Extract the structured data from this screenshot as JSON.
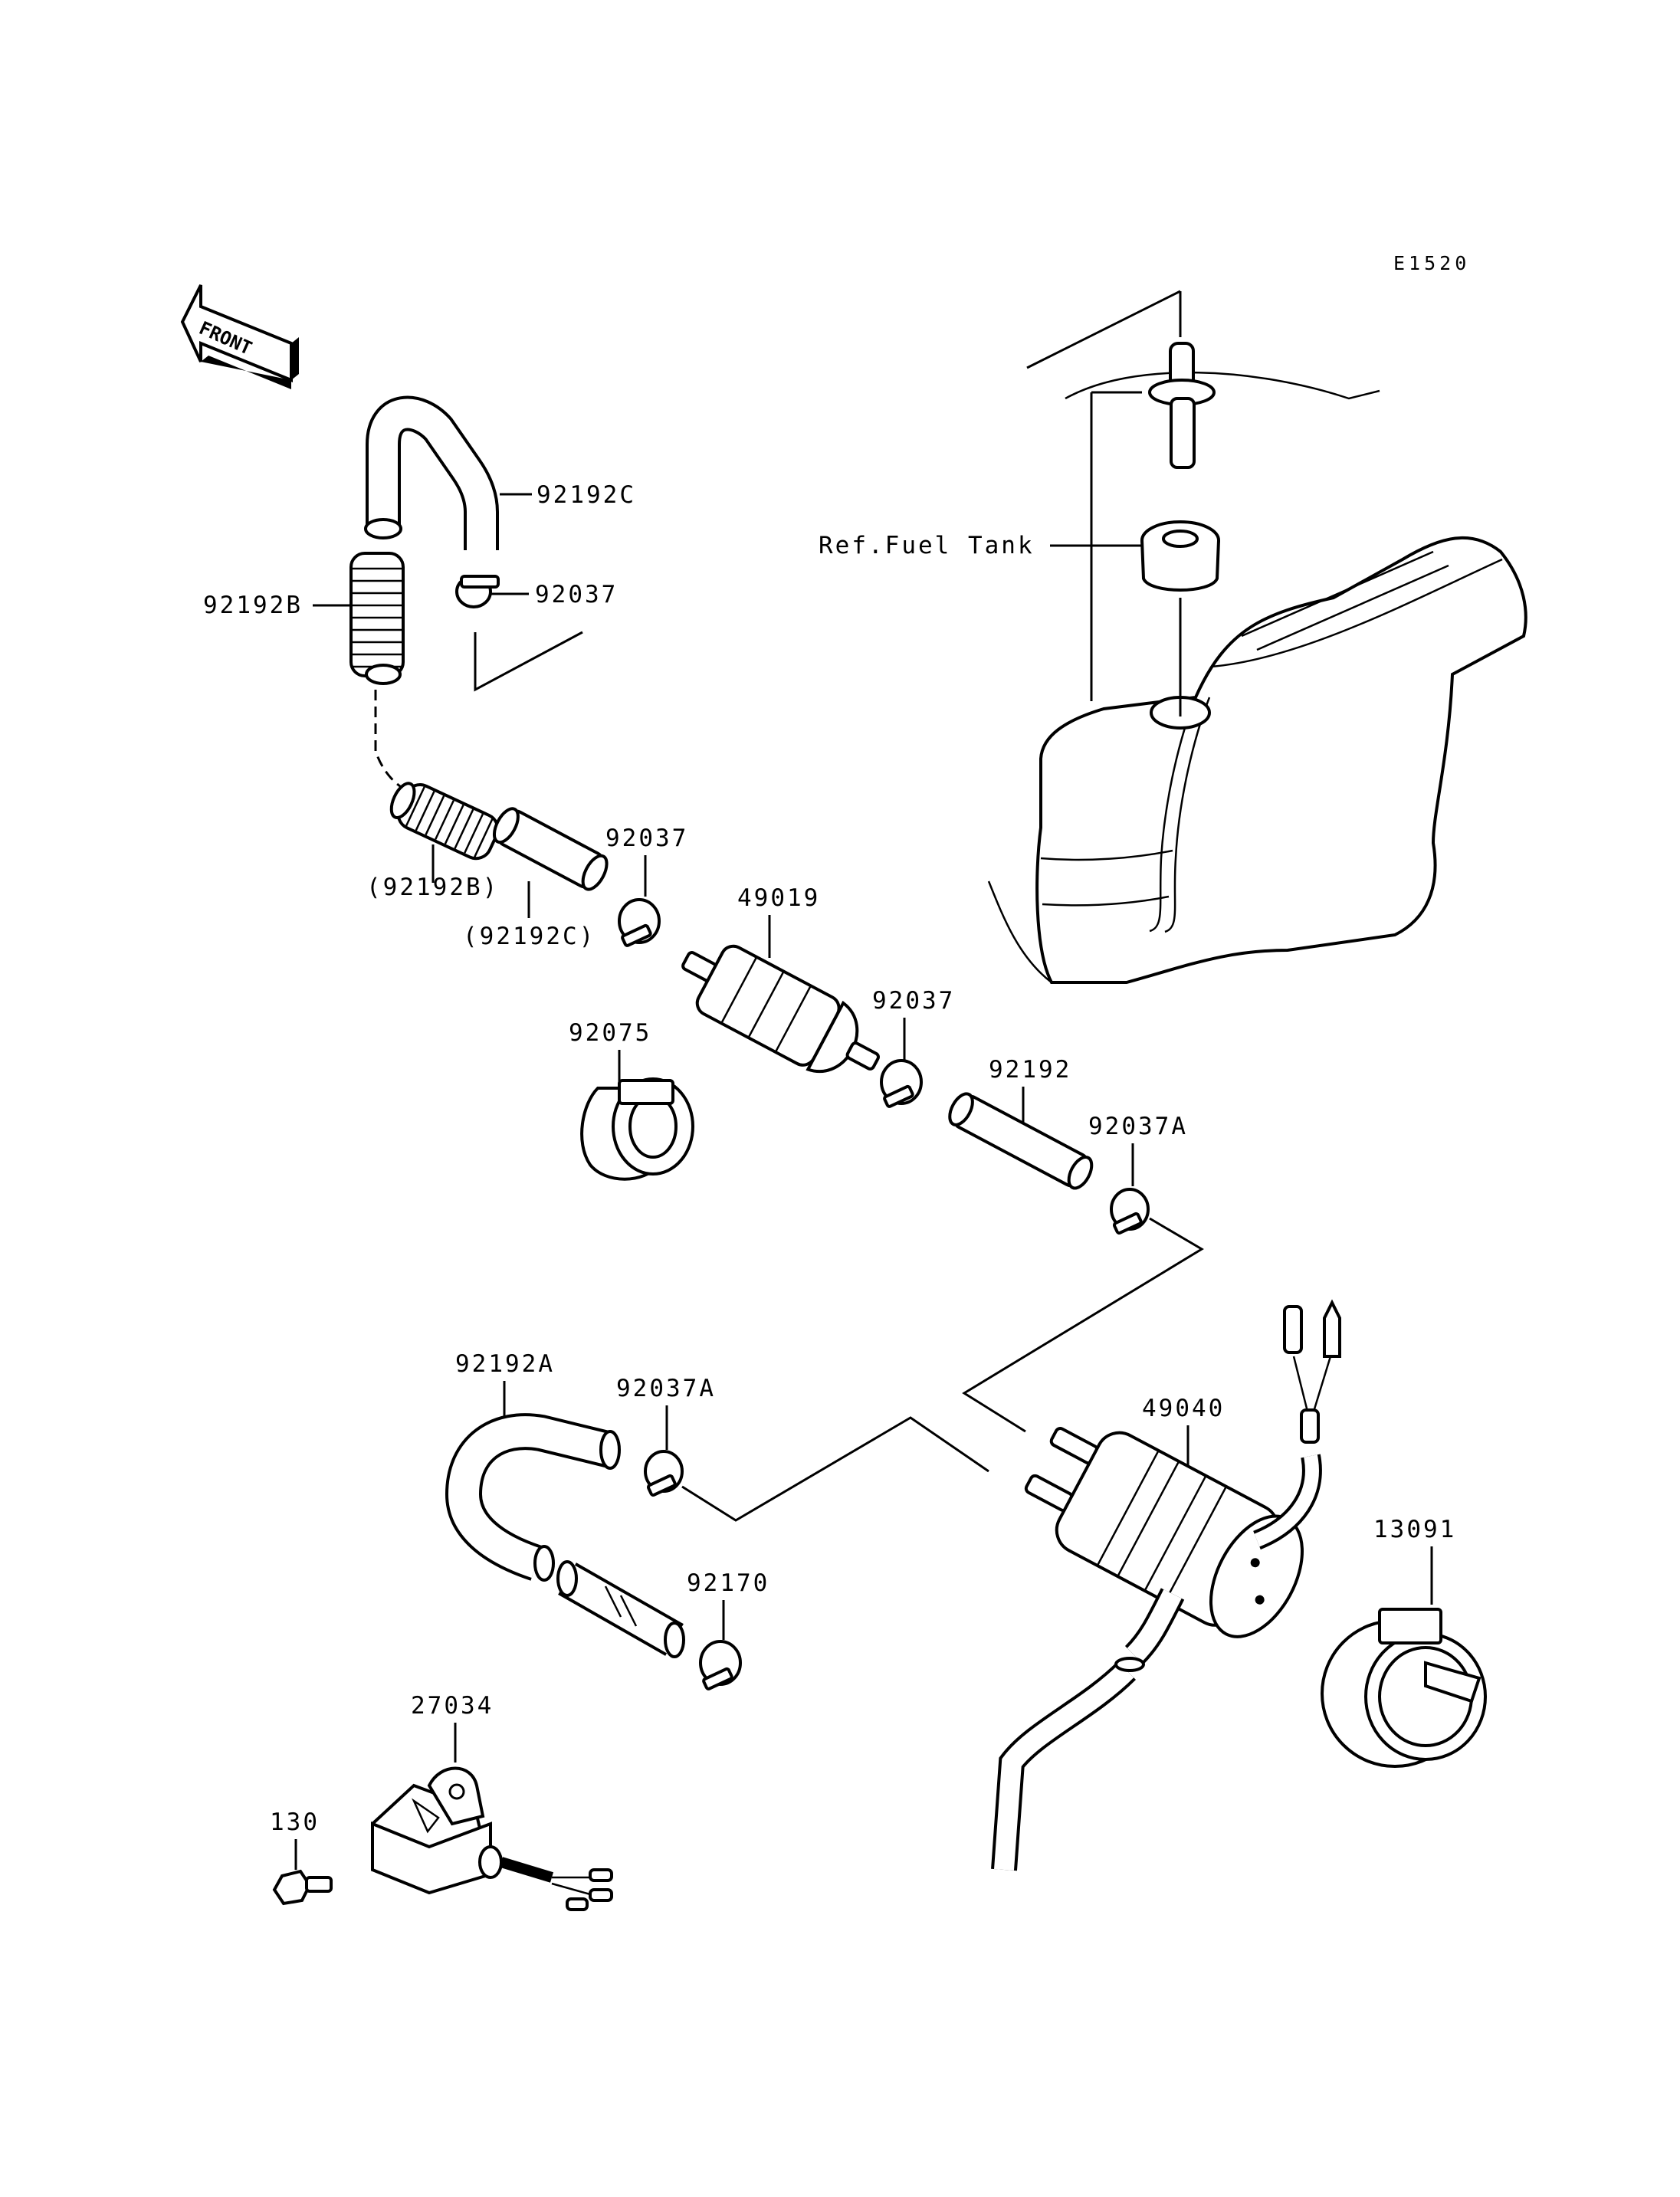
{
  "diagram_code": "E1520",
  "front_arrow": {
    "label": "FRONT"
  },
  "parts": [
    {
      "id": "p_92192C_top",
      "label": "92192C"
    },
    {
      "id": "p_92037_top",
      "label": "92037"
    },
    {
      "id": "p_92192B",
      "label": "92192B"
    },
    {
      "id": "p_92192B_ref",
      "label": "(92192B)"
    },
    {
      "id": "p_92192C_ref",
      "label": "(92192C)"
    },
    {
      "id": "p_92037_mid",
      "label": "92037"
    },
    {
      "id": "p_49019",
      "label": "49019"
    },
    {
      "id": "p_92037_right",
      "label": "92037"
    },
    {
      "id": "p_92075",
      "label": "92075"
    },
    {
      "id": "p_92192",
      "label": "92192"
    },
    {
      "id": "p_92037A_upper",
      "label": "92037A"
    },
    {
      "id": "p_92192A",
      "label": "92192A"
    },
    {
      "id": "p_92037A_lower",
      "label": "92037A"
    },
    {
      "id": "p_49040",
      "label": "49040"
    },
    {
      "id": "p_13091",
      "label": "13091"
    },
    {
      "id": "p_92170",
      "label": "92170"
    },
    {
      "id": "p_27034",
      "label": "27034"
    },
    {
      "id": "p_130",
      "label": "130"
    }
  ],
  "reference": {
    "label": "Ref.Fuel Tank"
  }
}
